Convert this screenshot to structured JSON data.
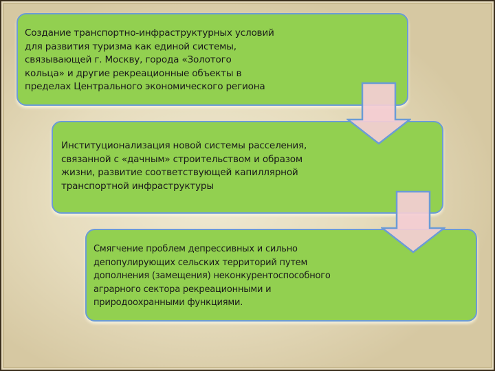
{
  "slide": {
    "background": "#e6dcbd",
    "border_color": "#3a2e1c"
  },
  "colors": {
    "box_fill": "#92d050",
    "box_border": "#6b9bd6",
    "arrow_fill": "#f4cdd4",
    "arrow_border": "#6b9bd6",
    "text": "#1a1a1a"
  },
  "steps": [
    {
      "label": "Создание транспортно-инфраструктурных условий для развития туризма как единой системы, связывающей г. Москву, города «Золотого кольца» и другие рекреационные объекты в пределах Центрального экономического региона",
      "lines": [
        "Создание транспортно-инфраструктурных условий",
        "для развития туризма как единой системы,",
        "связывающей г. Москву, города «Золотого",
        "кольца» и другие рекреационные объекты в",
        "пределах Центрального экономического региона"
      ]
    },
    {
      "label": "Институционализация новой системы расселения, связанной с «дачным» строительством и образом жизни, развитие соответствующей капиллярной транспортной инфраструктуры",
      "lines": [
        "Институционализация новой системы расселения,",
        "связанной с «дачным» строительством и образом",
        "жизни, развитие соответствующей капиллярной",
        "транспортной инфраструктуры"
      ]
    },
    {
      "label": "Смягчение проблем депрессивных и сильно депопулирующих сельских территорий путем дополнения (замещения) неконкурентоспособного аграрного сектора рекреационными и природоохранными функциями.",
      "lines": [
        "Смягчение проблем депрессивных и сильно",
        "депопулирующих сельских территорий путем",
        "дополнения (замещения) неконкурентоспособного",
        "аграрного сектора рекреационными и",
        "природоохранными функциями."
      ]
    }
  ],
  "arrows": [
    {
      "from": 1,
      "to": 2,
      "direction": "down"
    },
    {
      "from": 2,
      "to": 3,
      "direction": "down"
    }
  ]
}
